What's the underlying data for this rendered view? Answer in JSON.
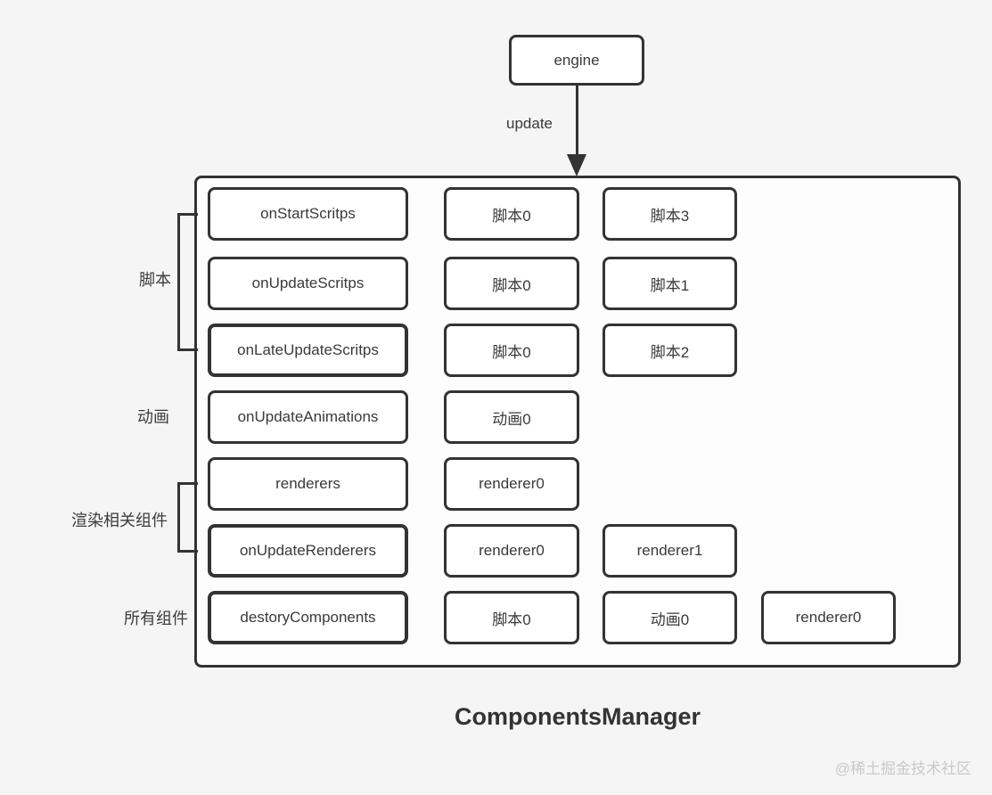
{
  "diagram": {
    "engine_label": "engine",
    "arrow_label": "update",
    "title": "ComponentsManager",
    "watermark": "@稀土掘金技术社区"
  },
  "groups": {
    "scripts": "脚本",
    "animations": "动画",
    "render_related": "渲染相关组件",
    "all_components": "所有组件"
  },
  "rows": [
    {
      "method": "onStartScritps",
      "items": [
        "脚本0",
        "脚本3"
      ]
    },
    {
      "method": "onUpdateScritps",
      "items": [
        "脚本0",
        "脚本1"
      ]
    },
    {
      "method": "onLateUpdateScritps",
      "items": [
        "脚本0",
        "脚本2"
      ]
    },
    {
      "method": "onUpdateAnimations",
      "items": [
        "动画0"
      ]
    },
    {
      "method": "renderers",
      "items": [
        "renderer0"
      ]
    },
    {
      "method": "onUpdateRenderers",
      "items": [
        "renderer0",
        "renderer1"
      ]
    },
    {
      "method": "destoryComponents",
      "items": [
        "脚本0",
        "动画0",
        "renderer0"
      ]
    }
  ],
  "colors": {
    "page_background": "#f5f5f6",
    "container_fill": "#fdfdfd",
    "box_fill": "#ffffff",
    "border": "#333333",
    "text": "#3a3a3a",
    "watermark": "#c9c9c9"
  }
}
